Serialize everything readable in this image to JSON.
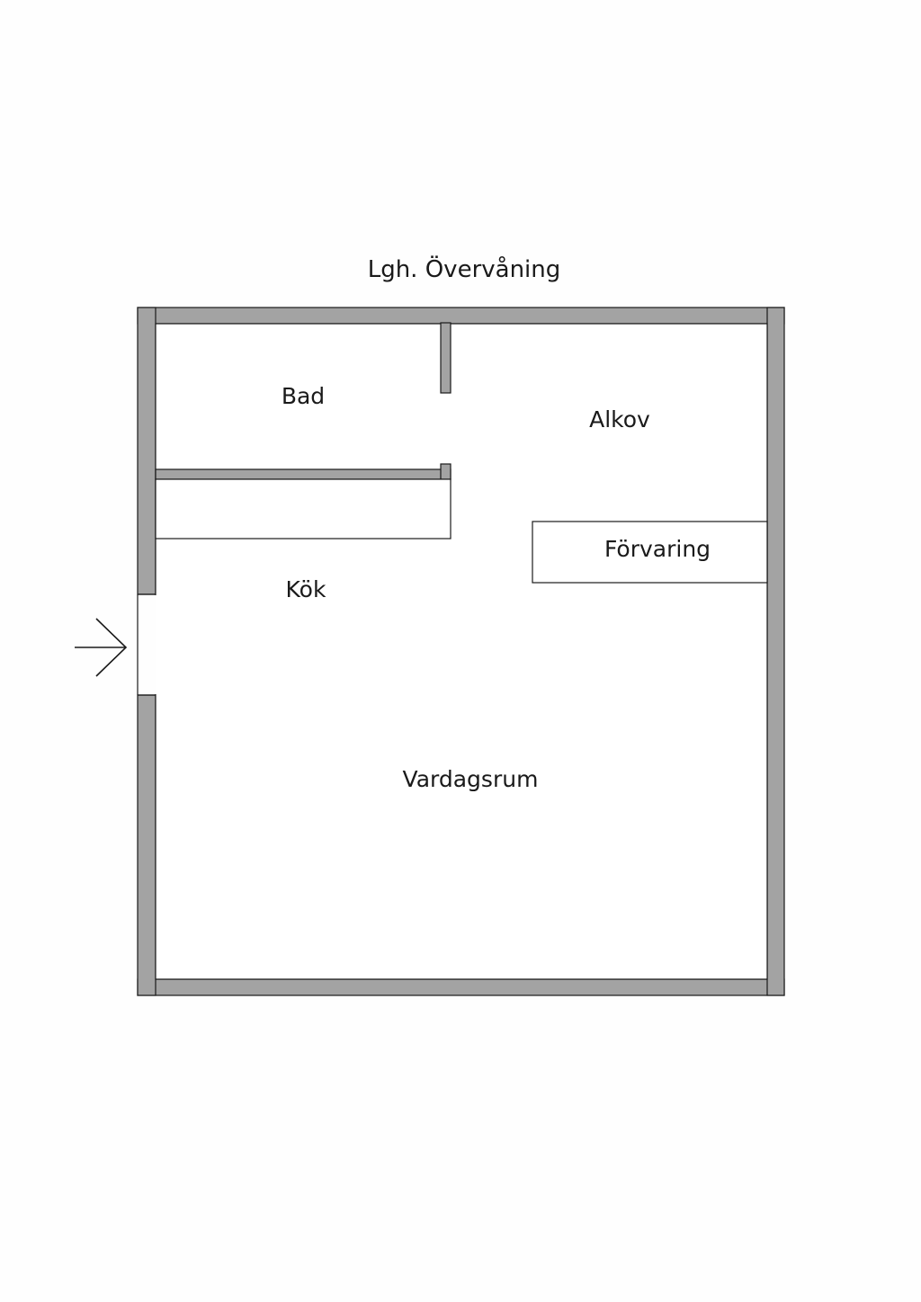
{
  "title": "Lgh. Övervåning",
  "rooms": {
    "bad": "Bad",
    "alkov": "Alkov",
    "forvaring": "Förvaring",
    "kok": "Kök",
    "vardagsrum": "Vardagsrum"
  },
  "colors": {
    "wall": "#a3a3a3",
    "line": "#1a1a1a",
    "background": "#fefefe"
  },
  "icons": {
    "entrance": "arrow-right-icon"
  }
}
